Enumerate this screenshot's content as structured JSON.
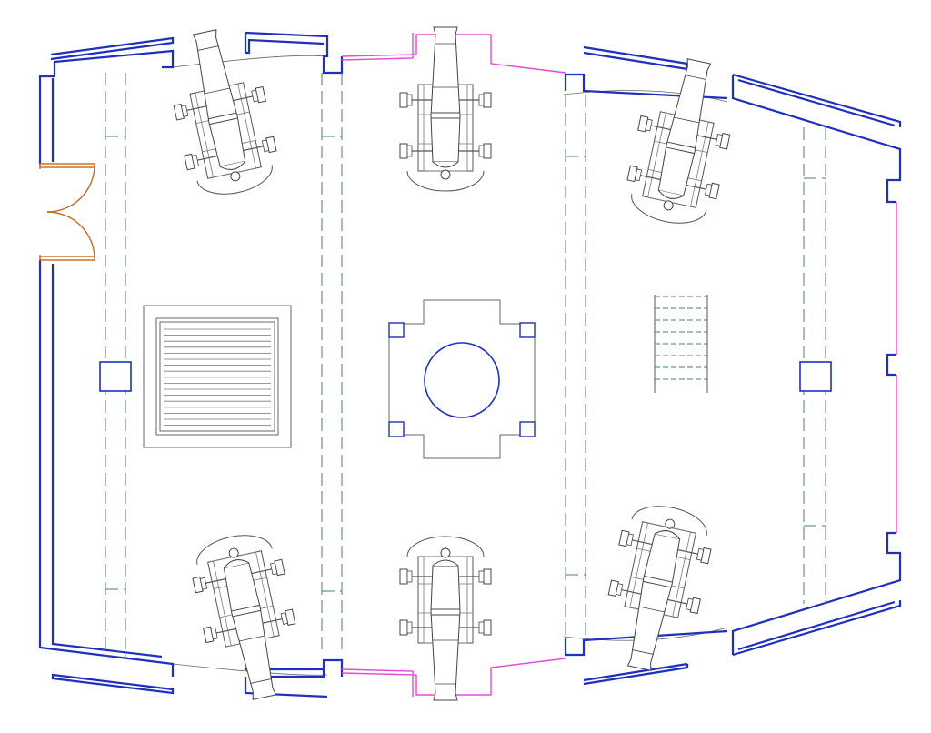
{
  "drawing": {
    "colors": {
      "wall": "#1f2fbf",
      "wall_accent": "#e24bd6",
      "door": "#c46a1e",
      "beam": "#4f7f62",
      "line": "#555555",
      "background": "#ffffff"
    },
    "cannons": [
      {
        "id": "cannon-top-left"
      },
      {
        "id": "cannon-top-center"
      },
      {
        "id": "cannon-top-right"
      },
      {
        "id": "cannon-bottom-left"
      },
      {
        "id": "cannon-bottom-center"
      },
      {
        "id": "cannon-bottom-right"
      }
    ],
    "features": [
      "grated-hatch",
      "capstan",
      "ladder",
      "mast-post-left",
      "mast-post-right",
      "double-door"
    ]
  }
}
